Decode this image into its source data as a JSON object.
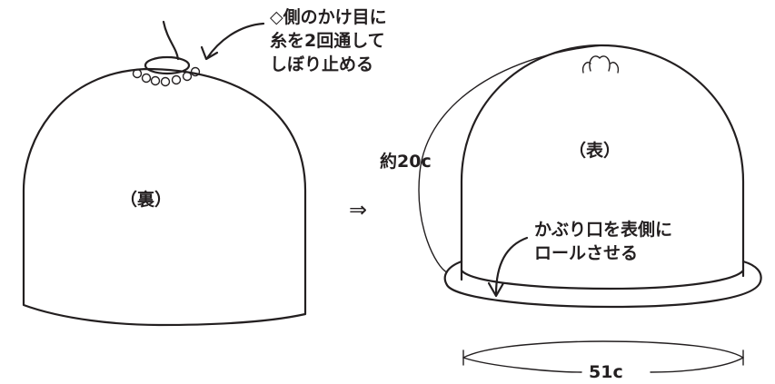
{
  "colors": {
    "stroke": "#231f20",
    "background": "#ffffff"
  },
  "left_hat": {
    "side_label": "（裏）",
    "note_lines": [
      "◇側のかけ目に",
      "糸を2回通して",
      "しぼり止める"
    ]
  },
  "arrow_symbol": "⇒",
  "right_hat": {
    "side_label": "（表）",
    "height_label": "約20c",
    "note_lines": [
      "かぶり口を表側に",
      "ロールさせる"
    ],
    "width_label": "51c"
  }
}
